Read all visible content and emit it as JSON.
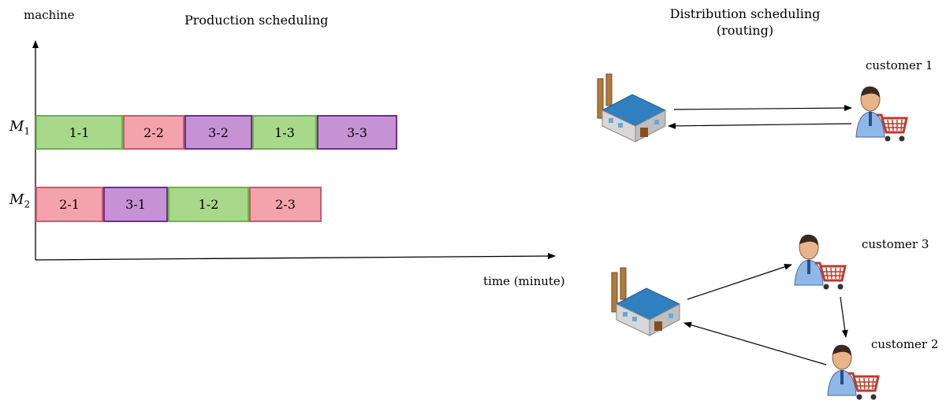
{
  "production": {
    "title": "Production scheduling",
    "y_axis_label": "machine",
    "x_axis_label": "time (minute)",
    "machines": [
      {
        "name": "M",
        "sub": "1",
        "jobs": [
          {
            "label": "1-1",
            "color": "green"
          },
          {
            "label": "2-2",
            "color": "pink"
          },
          {
            "label": "3-2",
            "color": "purple"
          },
          {
            "label": "1-3",
            "color": "green"
          },
          {
            "label": "3-3",
            "color": "purple"
          }
        ]
      },
      {
        "name": "M",
        "sub": "2",
        "jobs": [
          {
            "label": "2-1",
            "color": "pink"
          },
          {
            "label": "3-1",
            "color": "purple"
          },
          {
            "label": "1-2",
            "color": "green"
          },
          {
            "label": "2-3",
            "color": "pink"
          }
        ]
      }
    ]
  },
  "distribution": {
    "title_line1": "Distribution scheduling",
    "title_line2": "(routing)",
    "customers": [
      "customer 1",
      "customer 3",
      "customer 2"
    ]
  },
  "colors": {
    "green_fill": "#a8d88a",
    "pink_fill": "#f4a3ac",
    "purple_fill": "#c792d4"
  }
}
